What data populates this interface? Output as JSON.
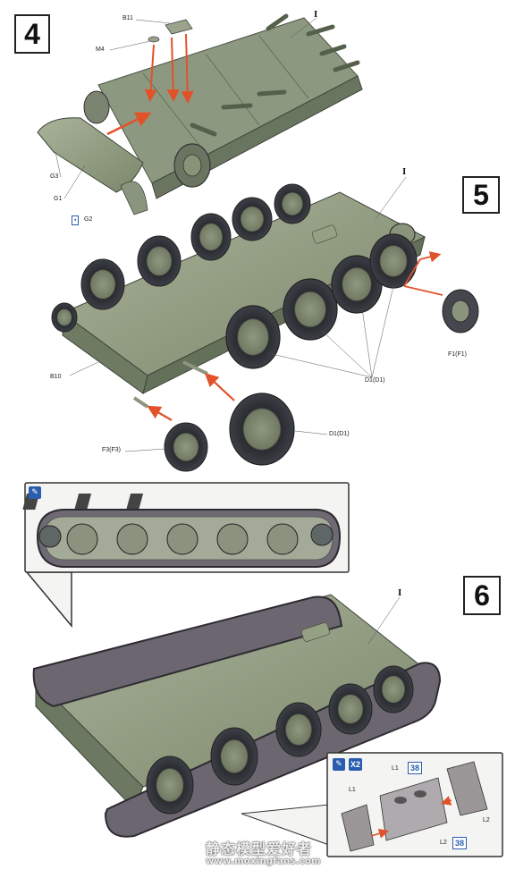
{
  "steps": [
    {
      "number": "4"
    },
    {
      "number": "5"
    },
    {
      "number": "6"
    }
  ],
  "step4": {
    "labels": {
      "b11": "B11",
      "m4": "M4",
      "i": "I",
      "g3": "G3",
      "g1": "G1",
      "g2": "G2"
    }
  },
  "step5": {
    "labels": {
      "i": "I",
      "b10": "B10",
      "f1": "F1(F1)",
      "d1_a": "D1(D1)",
      "d1_b": "D1(D1)",
      "f3": "F3(F3)"
    }
  },
  "step6": {
    "labels": {
      "i": "I",
      "l1_a": "L1",
      "l1_b": "L1",
      "l2_a": "L2",
      "l2_b": "L2"
    },
    "part_numbers": {
      "l1": "38",
      "l2": "38"
    },
    "multiplier": "X2"
  },
  "watermark": {
    "line1": "静态模型爱好者",
    "line2": "www.moxingfans.com"
  },
  "colors": {
    "hull": "#7d8a6e",
    "hull_light": "#a2ad92",
    "hull_dark": "#5a654f",
    "wheel": "#2f3238",
    "track": "#6b6670",
    "arrow": "#e0532a",
    "accent_blue": "#2a5db0"
  }
}
